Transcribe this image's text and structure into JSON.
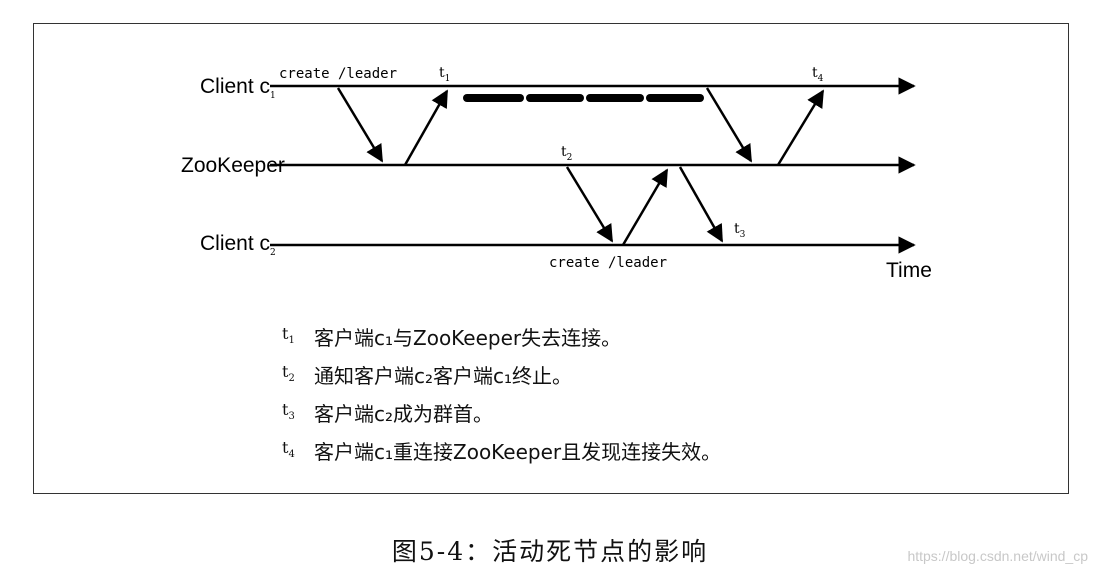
{
  "lanes": {
    "client1": {
      "name": "Client c",
      "sub": "1"
    },
    "zookeeper": {
      "name": "ZooKeeper"
    },
    "client2": {
      "name": "Client c",
      "sub": "2"
    }
  },
  "messages": {
    "create1": "create /leader",
    "create2": "create /leader"
  },
  "time_marks": {
    "t1": {
      "base": "t",
      "sub": "1"
    },
    "t2": {
      "base": "t",
      "sub": "2"
    },
    "t3": {
      "base": "t",
      "sub": "3"
    },
    "t4": {
      "base": "t",
      "sub": "4"
    }
  },
  "time_axis_label": "Time",
  "legend": [
    {
      "t": "t",
      "sub": "1",
      "text": "客户端c₁与ZooKeeper失去连接。"
    },
    {
      "t": "t",
      "sub": "2",
      "text": "通知客户端c₂客户端c₁终止。"
    },
    {
      "t": "t",
      "sub": "3",
      "text": "客户端c₂成为群首。"
    },
    {
      "t": "t",
      "sub": "4",
      "text": "客户端c₁重连接ZooKeeper且发现连接失效。"
    }
  ],
  "caption": "图5-4：活动死节点的影响",
  "watermark": "https://blog.csdn.net/wind_cp"
}
